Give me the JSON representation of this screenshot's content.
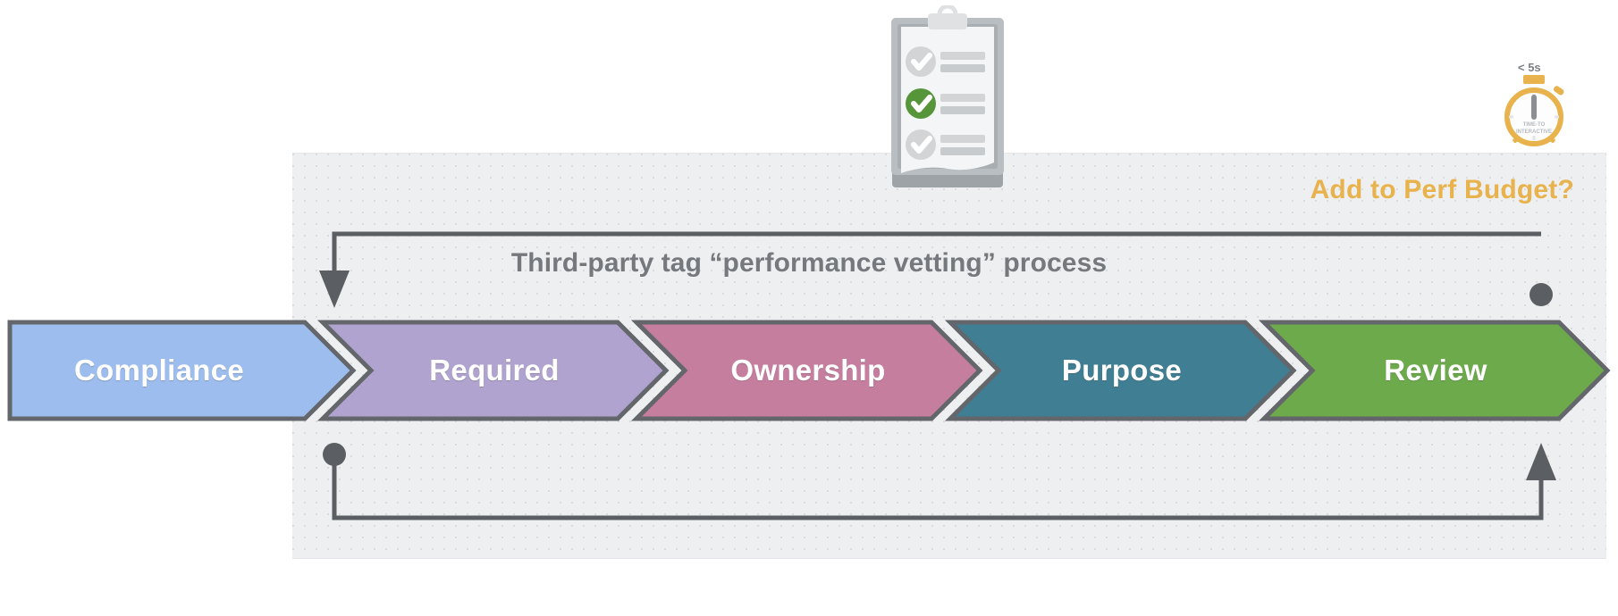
{
  "diagram": {
    "title": "Third-party tag “performance vetting” process",
    "callout": "Add to Perf Budget?",
    "callout_color": "#e8b24c",
    "panel_color": "#eeeff1",
    "line_color": "#5b5f63",
    "stages": [
      {
        "label": "Compliance",
        "color": "#9dbdee",
        "border": "#63666a"
      },
      {
        "label": "Required",
        "color": "#b0a3cf",
        "border": "#63666a"
      },
      {
        "label": "Ownership",
        "color": "#c67e9f",
        "border": "#63666a"
      },
      {
        "label": "Purpose",
        "color": "#3f7e93",
        "border": "#63666a"
      },
      {
        "label": "Review",
        "color": "#6daa4b",
        "border": "#63666a"
      }
    ],
    "stopwatch": {
      "top_label": "< 5s",
      "dial_line_1": "TIME-TO",
      "dial_line_2": "INTERACTIVE",
      "color": "#e8b24c"
    },
    "clipboard": {
      "checked_items": 1,
      "total_items": 3,
      "check_color": "#57953a",
      "unchecked_color": "#d2d4d6"
    },
    "icons": {
      "clipboard": "clipboard-checklist-icon",
      "stopwatch": "stopwatch-icon",
      "arrow_down": "arrow-down-icon",
      "arrow_up": "arrow-up-icon",
      "dot": "endpoint-dot-icon"
    }
  }
}
